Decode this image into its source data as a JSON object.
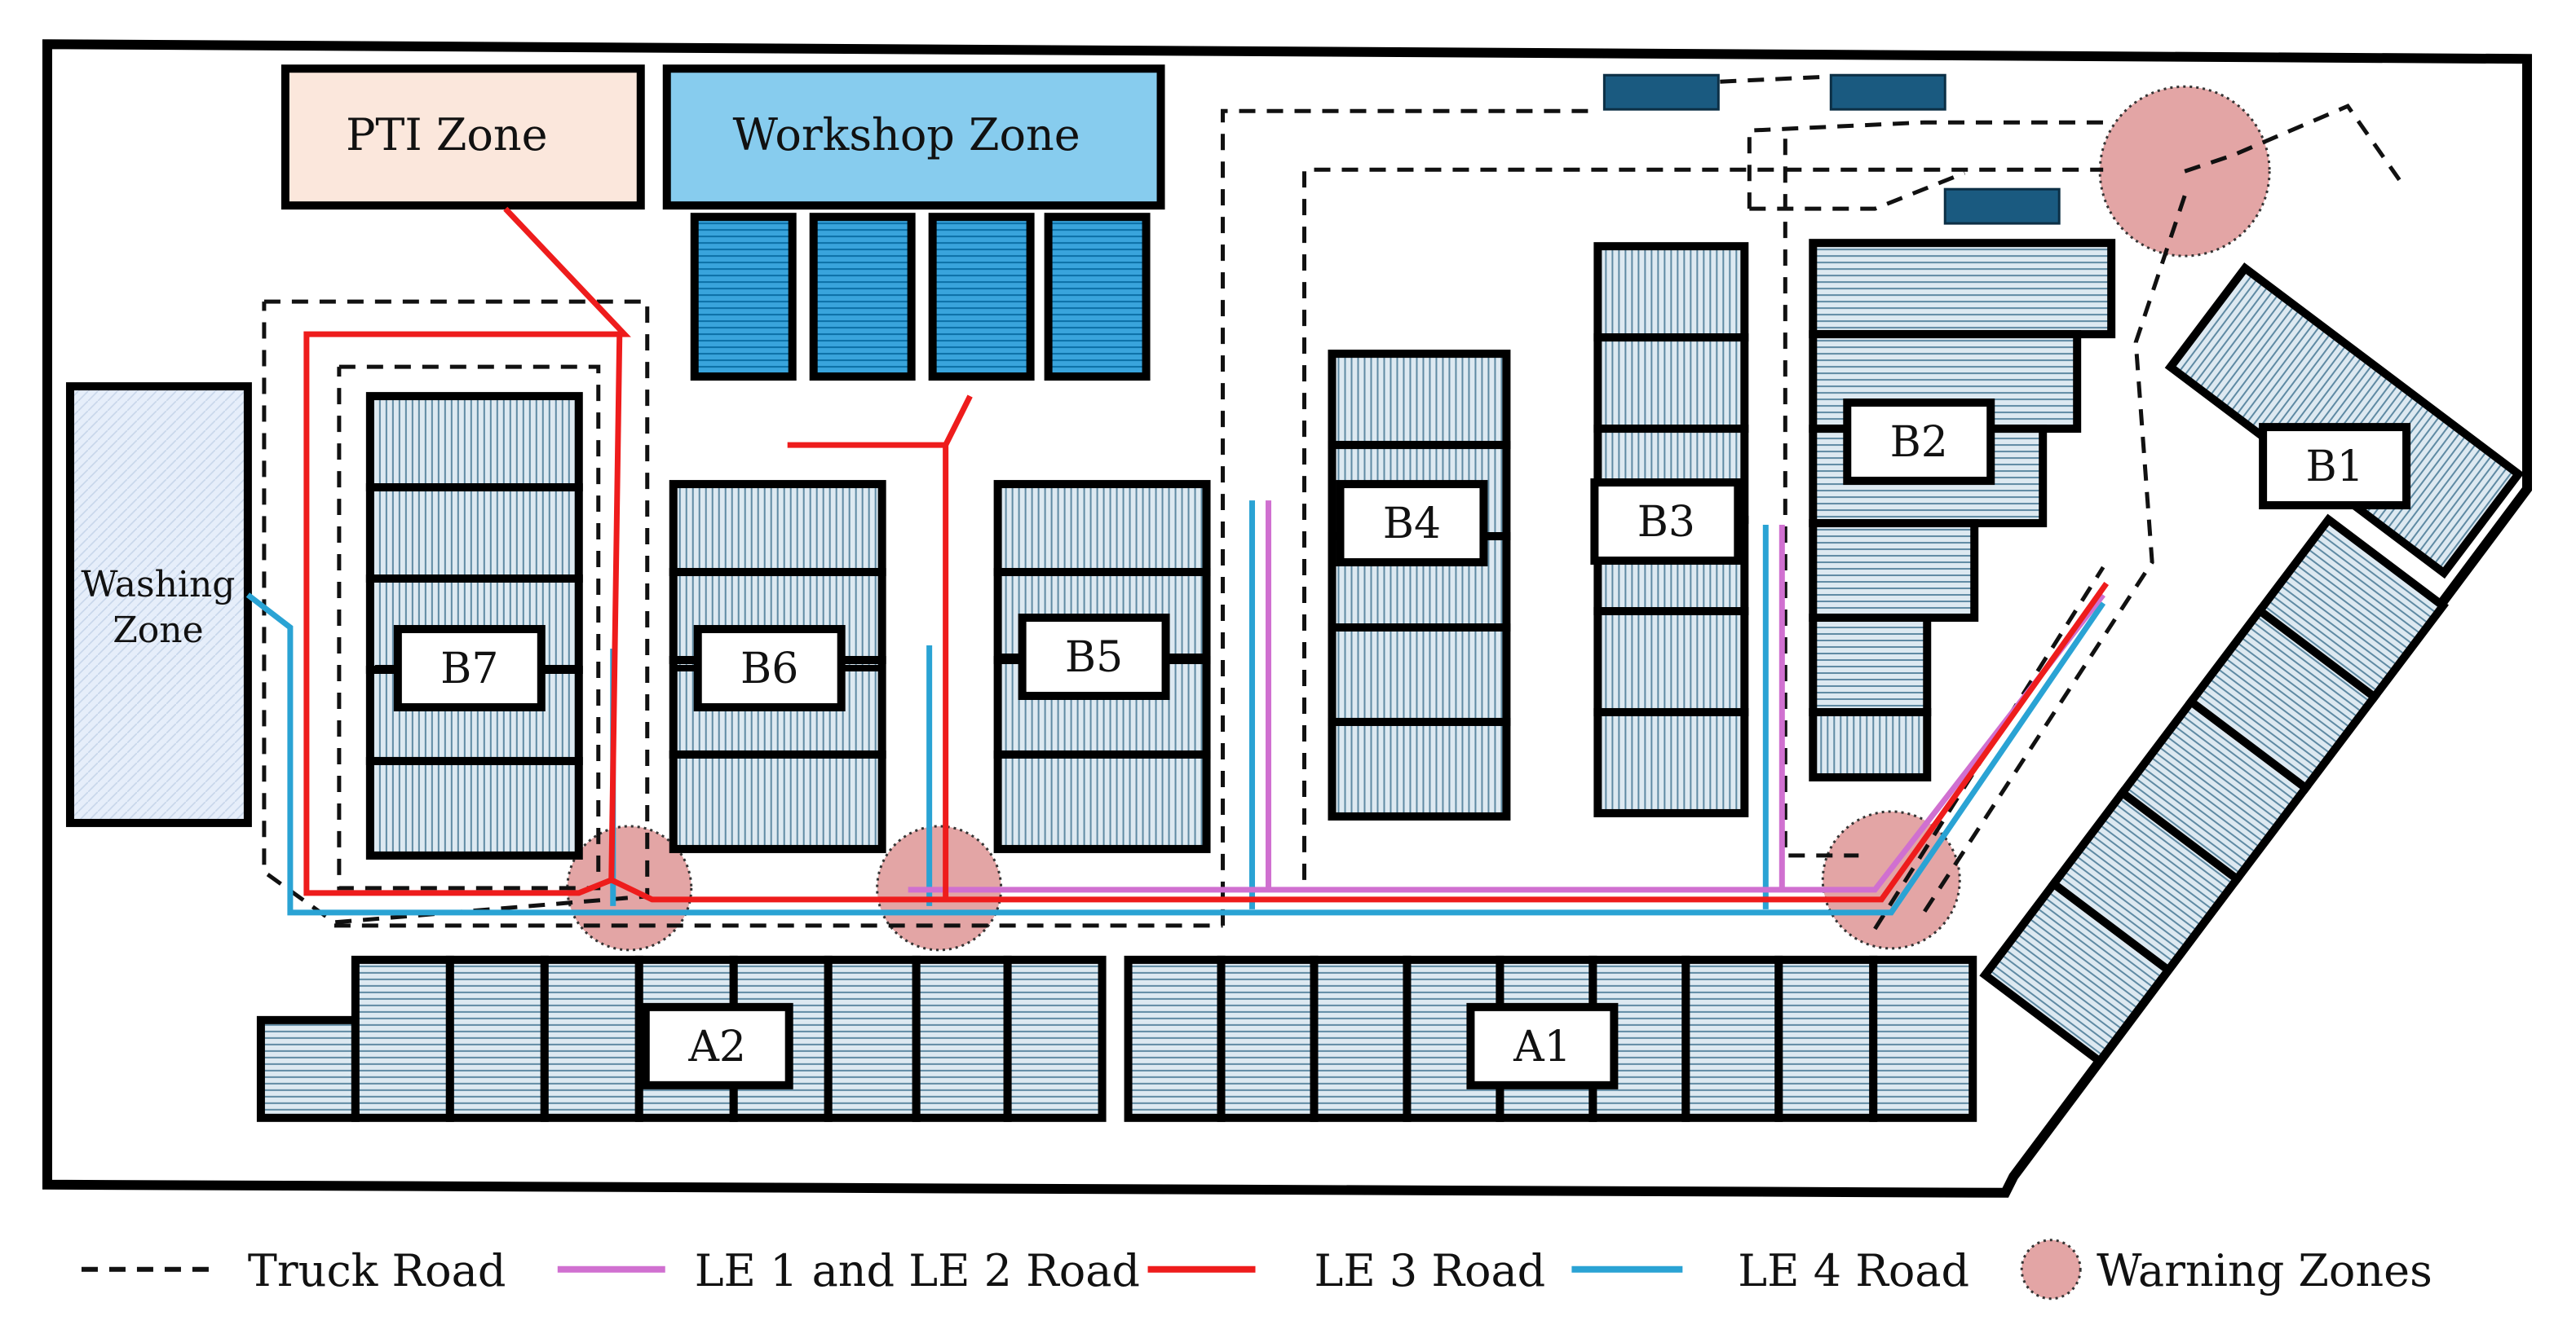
{
  "zones": {
    "pti": "PTI Zone",
    "workshop": "Workshop Zone",
    "washing_line1": "Washing",
    "washing_line2": "Zone"
  },
  "blocks": {
    "b1": "B1",
    "b2": "B2",
    "b3": "B3",
    "b4": "B4",
    "b5": "B5",
    "b6": "B6",
    "b7": "B7",
    "a1": "A1",
    "a2": "A2"
  },
  "legend": {
    "truck": "Truck Road",
    "le12": "LE 1 and LE 2 Road",
    "le3": "LE 3 Road",
    "le4": "LE 4 Road",
    "warning": "Warning Zones"
  },
  "colors": {
    "truck_road": "#111111",
    "le12_road": "#d070d0",
    "le3_road": "#ee1c1c",
    "le4_road": "#2aa3d4",
    "warning_fill": "#e3a5a5",
    "pti_fill": "#fbe7dc",
    "workshop_fill": "#87ccee",
    "washing_fill": "#e6eefa",
    "stack_fill": "#cfe0ea",
    "equipment_fill": "#1a5a80"
  }
}
